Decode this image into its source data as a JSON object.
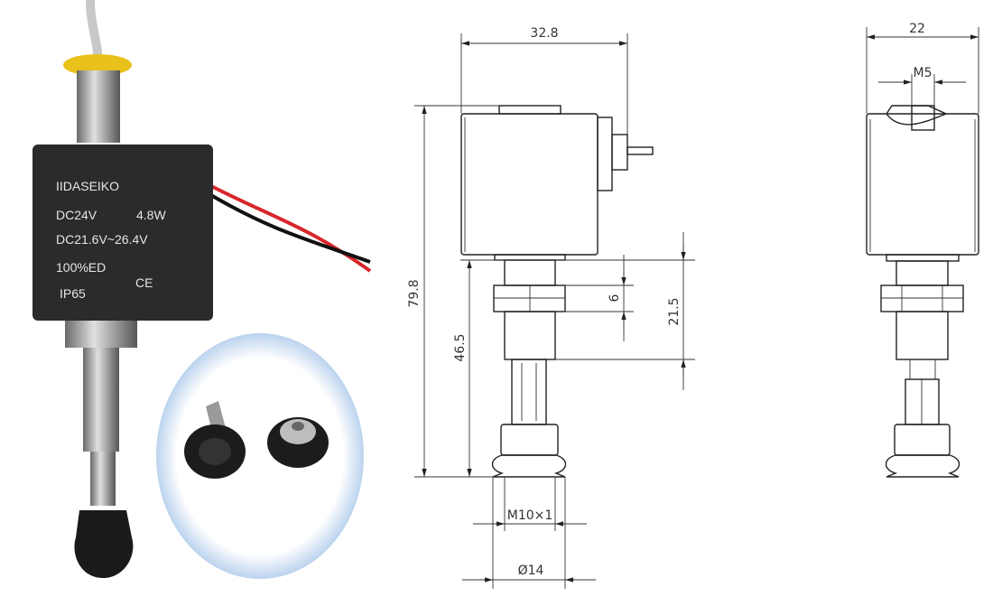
{
  "photo": {
    "coil_label": {
      "brand": "IIDASEIKO",
      "voltage": "DC24V",
      "power": "4.8W",
      "voltage_range": "DC21.6V~26.4V",
      "duty": "100%ED",
      "protection": "IP65",
      "certification": "CE"
    }
  },
  "drawing": {
    "front_view": {
      "width": "32.8",
      "total_height": "79.8",
      "stem_height": "46.5",
      "nut_height": "6",
      "thread_length": "21.5",
      "thread": "M10×1",
      "cup_diameter": "Ø14"
    },
    "side_view": {
      "width": "22",
      "port": "M5"
    }
  },
  "colors": {
    "coil": "#2b2b2d",
    "line": "#222222",
    "glow": "#bcd3ee"
  }
}
